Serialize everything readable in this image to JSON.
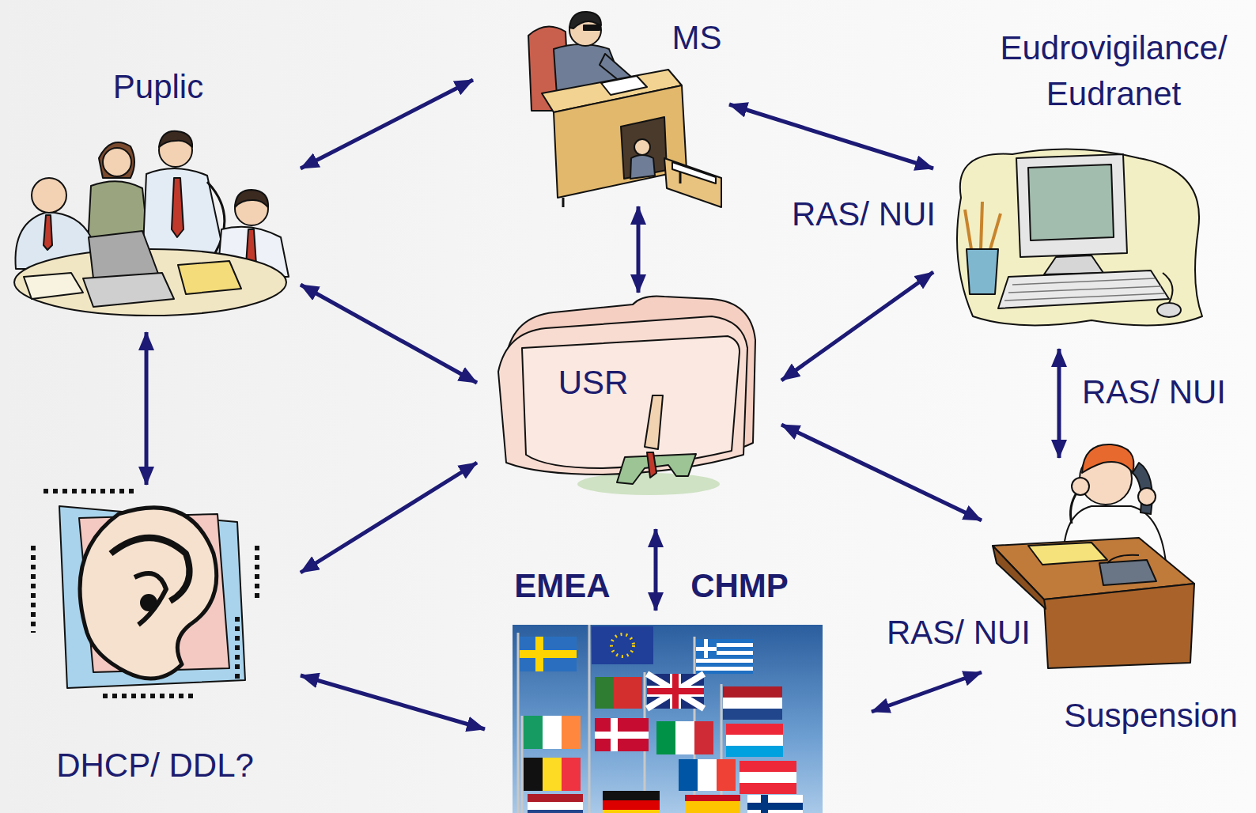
{
  "diagram": {
    "nodes": [
      {
        "text": [
          "Puplic"
        ]
      },
      {
        "text": [
          "MS"
        ]
      },
      {
        "text": [
          "Eudrovigilance/ Eudranet"
        ]
      },
      {
        "text": [
          "USR"
        ]
      },
      {
        "text": [
          "DHCP/ DDL?"
        ]
      },
      {
        "text": [
          "EMEA",
          "CHMP"
        ]
      },
      {
        "text": [
          "Suspension"
        ]
      }
    ],
    "edges": [
      {
        "from": 0,
        "to": 1,
        "arrow": "both"
      },
      {
        "from": 1,
        "to": 2,
        "arrow": "both",
        "label": "RAS/ NUI"
      },
      {
        "from": 1,
        "to": 3,
        "arrow": "both"
      },
      {
        "from": 0,
        "to": 3,
        "arrow": "both"
      },
      {
        "from": 0,
        "to": 4,
        "arrow": "both"
      },
      {
        "from": 2,
        "to": 3,
        "arrow": "both"
      },
      {
        "from": 2,
        "to": 6,
        "arrow": "both",
        "label": "RAS/ NUI"
      },
      {
        "from": 3,
        "to": 6,
        "arrow": "both"
      },
      {
        "from": 4,
        "to": 3,
        "arrow": "both"
      },
      {
        "from": 3,
        "to": 5,
        "arrow": "both"
      },
      {
        "from": 4,
        "to": 5,
        "arrow": "both"
      },
      {
        "from": 5,
        "to": 6,
        "arrow": "both",
        "label": "RAS/ NUI"
      }
    ]
  }
}
